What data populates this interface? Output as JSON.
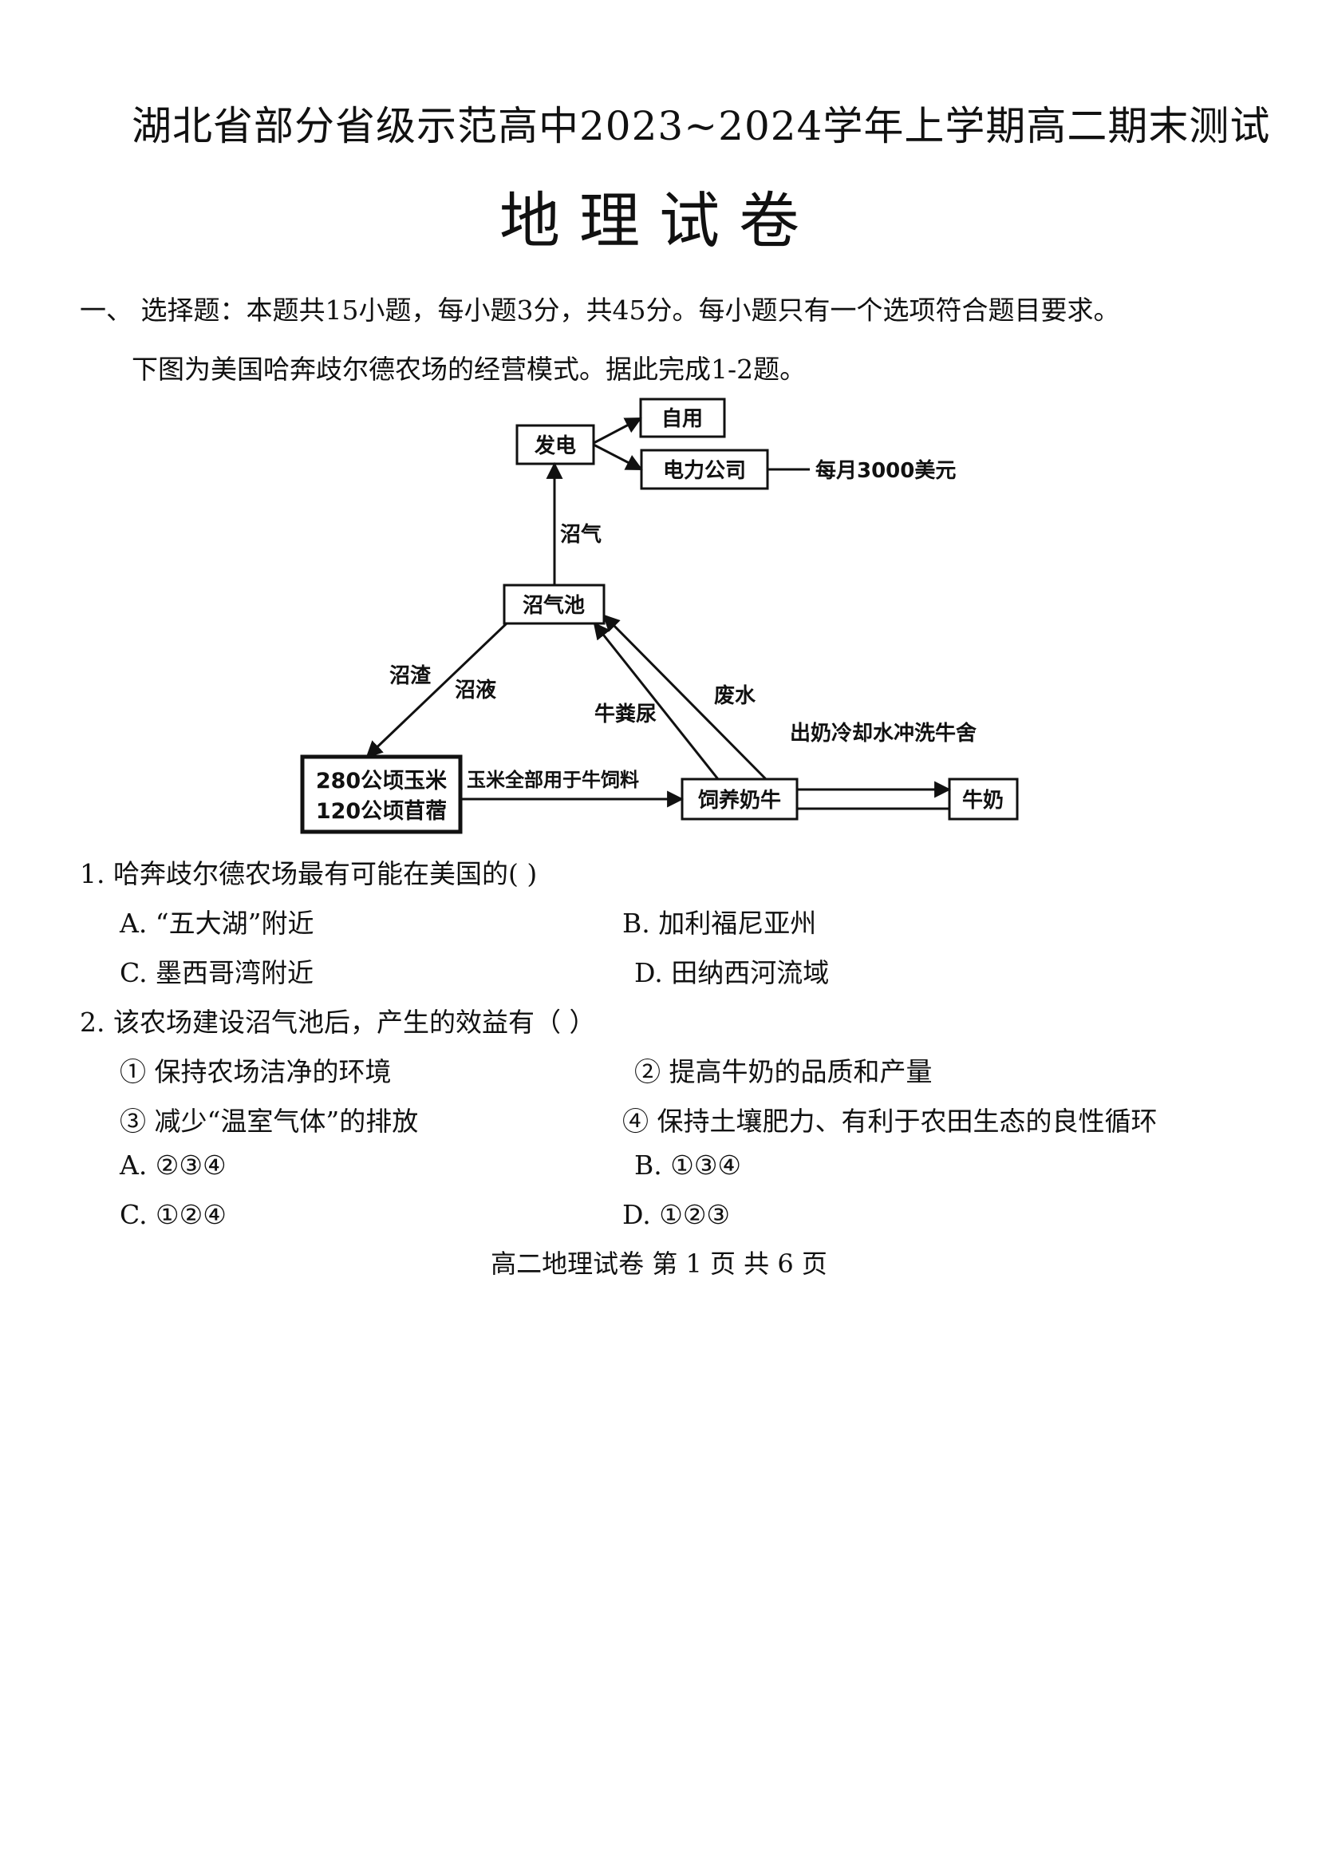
{
  "header": {
    "school_title": "湖北省部分省级示范高中2023~2024学年上学期高二期末测试",
    "subject_title": "地理试卷"
  },
  "section": {
    "heading": "一、  选择题：本题共15小题，每小题3分，共45分。每小题只有一个选项符合题目要求。",
    "diagram_intro": "下图为美国哈奔歧尔德农场的经营模式。据此完成1-2题。"
  },
  "diagram": {
    "power": "发电",
    "self_use": "自用",
    "power_company": "电力公司",
    "monthly_income": "每月3000美元",
    "biogas_label": "沼气",
    "digester": "沼气池",
    "residue_label": "沼渣",
    "slurry_label": "沼液",
    "manure_label": "牛粪尿",
    "wastewater_label": "废水",
    "wastewater_note": "出奶冷却水冲洗牛舍",
    "crops_line1": "280公顷玉米",
    "crops_line2": "120公顷苜蓿",
    "feed_label": "玉米全部用于牛饲料",
    "dairy": "饲养奶牛",
    "milk": "牛奶"
  },
  "questions": [
    {
      "stem": "1. 哈奔歧尔德农场最有可能在美国的(      )",
      "options": {
        "A": "A.  “五大湖”附近",
        "B": "B.  加利福尼亚州",
        "C": "C.  墨西哥湾附近",
        "D": "D.  田纳西河流域"
      }
    },
    {
      "stem": "2. 该农场建设沼气池后，产生的效益有（      ）",
      "statements": [
        "①  保持农场洁净的环境",
        "②  提高牛奶的品质和产量",
        "③  减少“温室气体”的排放",
        "④  保持土壤肥力、有利于农田生态的良性循环"
      ],
      "options": {
        "A": "A.  ②③④",
        "B": "B.  ①③④",
        "C": "C.  ①②④",
        "D": "D.  ①②③"
      }
    }
  ],
  "footer": {
    "page_label": "高二地理试卷 第 1 页 共 6 页"
  }
}
